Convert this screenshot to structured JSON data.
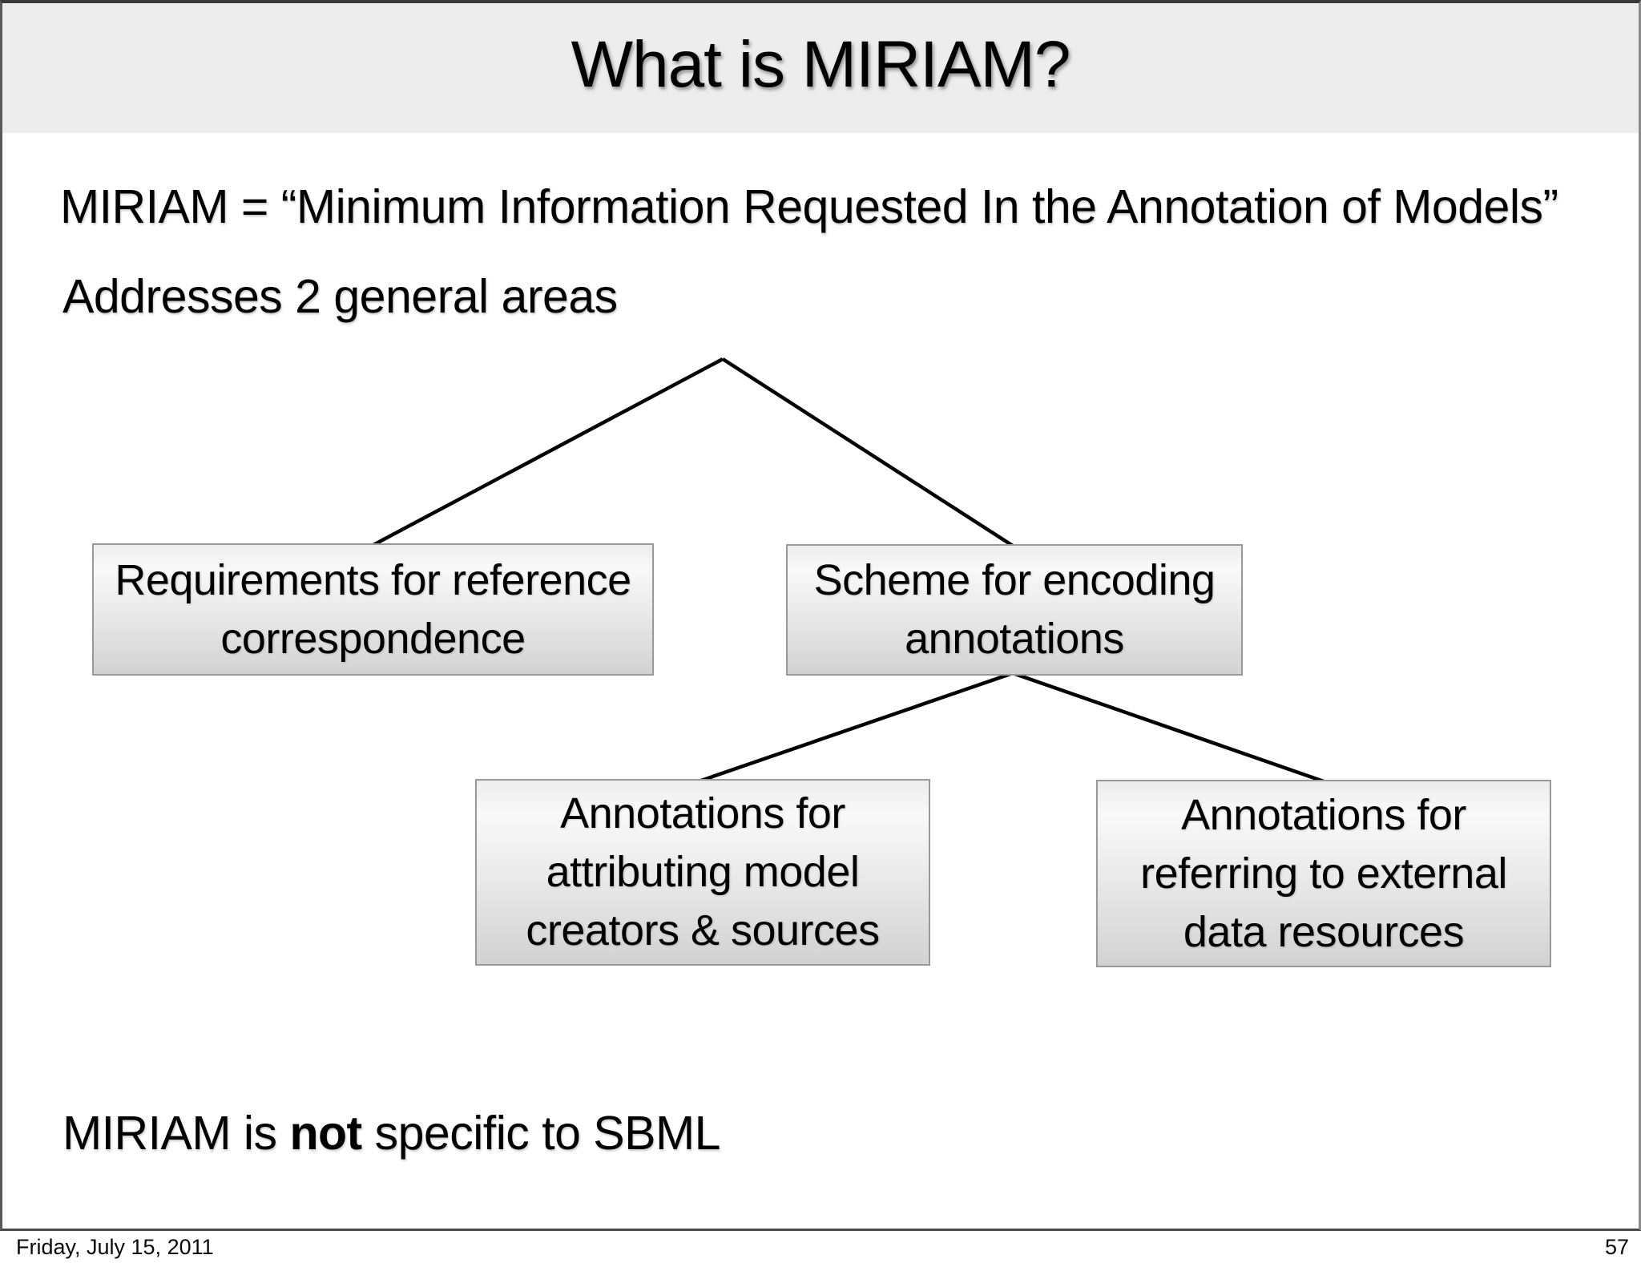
{
  "slide": {
    "title": "What is MIRIAM?",
    "definition": "MIRIAM = “Minimum Information Requested In the Annotation of Models”",
    "subheading": "Addresses 2 general areas",
    "note": {
      "prefix": "MIRIAM is ",
      "emphasis": "not",
      "suffix": " specific to SBML"
    }
  },
  "diagram": {
    "type": "tree",
    "nodes": [
      {
        "id": "requirements",
        "label": "Requirements for reference correspondence",
        "parent": "root"
      },
      {
        "id": "scheme",
        "label": "Scheme for encoding annotations",
        "parent": "root"
      },
      {
        "id": "attributing",
        "label": "Annotations for attributing model creators & sources",
        "parent": "scheme"
      },
      {
        "id": "external",
        "label": "Annotations for referring to external data resources",
        "parent": "scheme"
      }
    ]
  },
  "footer": {
    "date": "Friday, July 15, 2011",
    "page_number": "57"
  },
  "colors": {
    "header_bg": "#ededed",
    "slide_bg": "#ffffff",
    "box_border": "#999999",
    "box_gradient_top": "#f9f9f9",
    "box_gradient_bottom": "#d2d2d2",
    "connector_line": "#000000",
    "text": "#000000"
  }
}
